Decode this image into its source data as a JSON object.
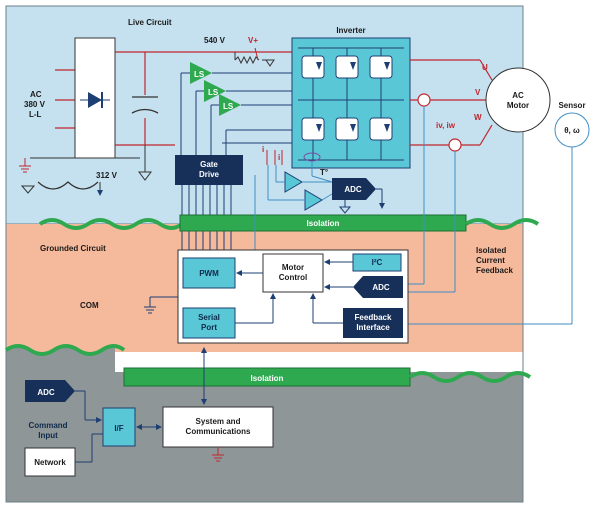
{
  "regions": {
    "live": "Live Circuit",
    "grounded": "Grounded Circuit",
    "com": "COM"
  },
  "live_circuit": {
    "ac_source": [
      "AC",
      "380 V",
      "L-L"
    ],
    "dc_bus": "540 V",
    "vplus": "V+",
    "rectified": "312 V",
    "ls_labels": [
      "LS",
      "LS",
      "LS"
    ],
    "gate_drive": [
      "Gate",
      "Drive"
    ],
    "inverter": "Inverter",
    "phases": [
      "U",
      "V",
      "W"
    ],
    "motor": [
      "AC",
      "Motor"
    ],
    "sensor": "Sensor",
    "sensor_value": "θ, ω",
    "current_labels": "iv, iw",
    "current_small": [
      "i",
      "i"
    ],
    "temperature": "T°",
    "adc_top": "ADC"
  },
  "isolation_labels": [
    "Isolation",
    "Isolation"
  ],
  "grounded_circuit": {
    "pwm": "PWM",
    "motor_control": [
      "Motor",
      "Control"
    ],
    "i2c": "I²C",
    "adc_mid": "ADC",
    "serial_port": [
      "Serial",
      "Port"
    ],
    "feedback_interface": [
      "Feedback",
      "Interface"
    ],
    "isolated_current_feedback": [
      "Isolated",
      "Current",
      "Feedback"
    ]
  },
  "lower_section": {
    "adc_cmd": "ADC",
    "command_input": [
      "Command",
      "Input"
    ],
    "interface": "I/F",
    "system_comms": [
      "System and",
      "Communications"
    ],
    "network": "Network"
  },
  "colors": {
    "live_bg": "#c5e0ef",
    "grounded_bg": "#f5b99c",
    "lower_bg": "#8f9698",
    "isolation_green": "#2fa94f",
    "cyan_block": "#5ac7d6",
    "navy_block": "#17305a",
    "red_wire": "#c0262d",
    "blue_wire": "#3f8fc6"
  }
}
